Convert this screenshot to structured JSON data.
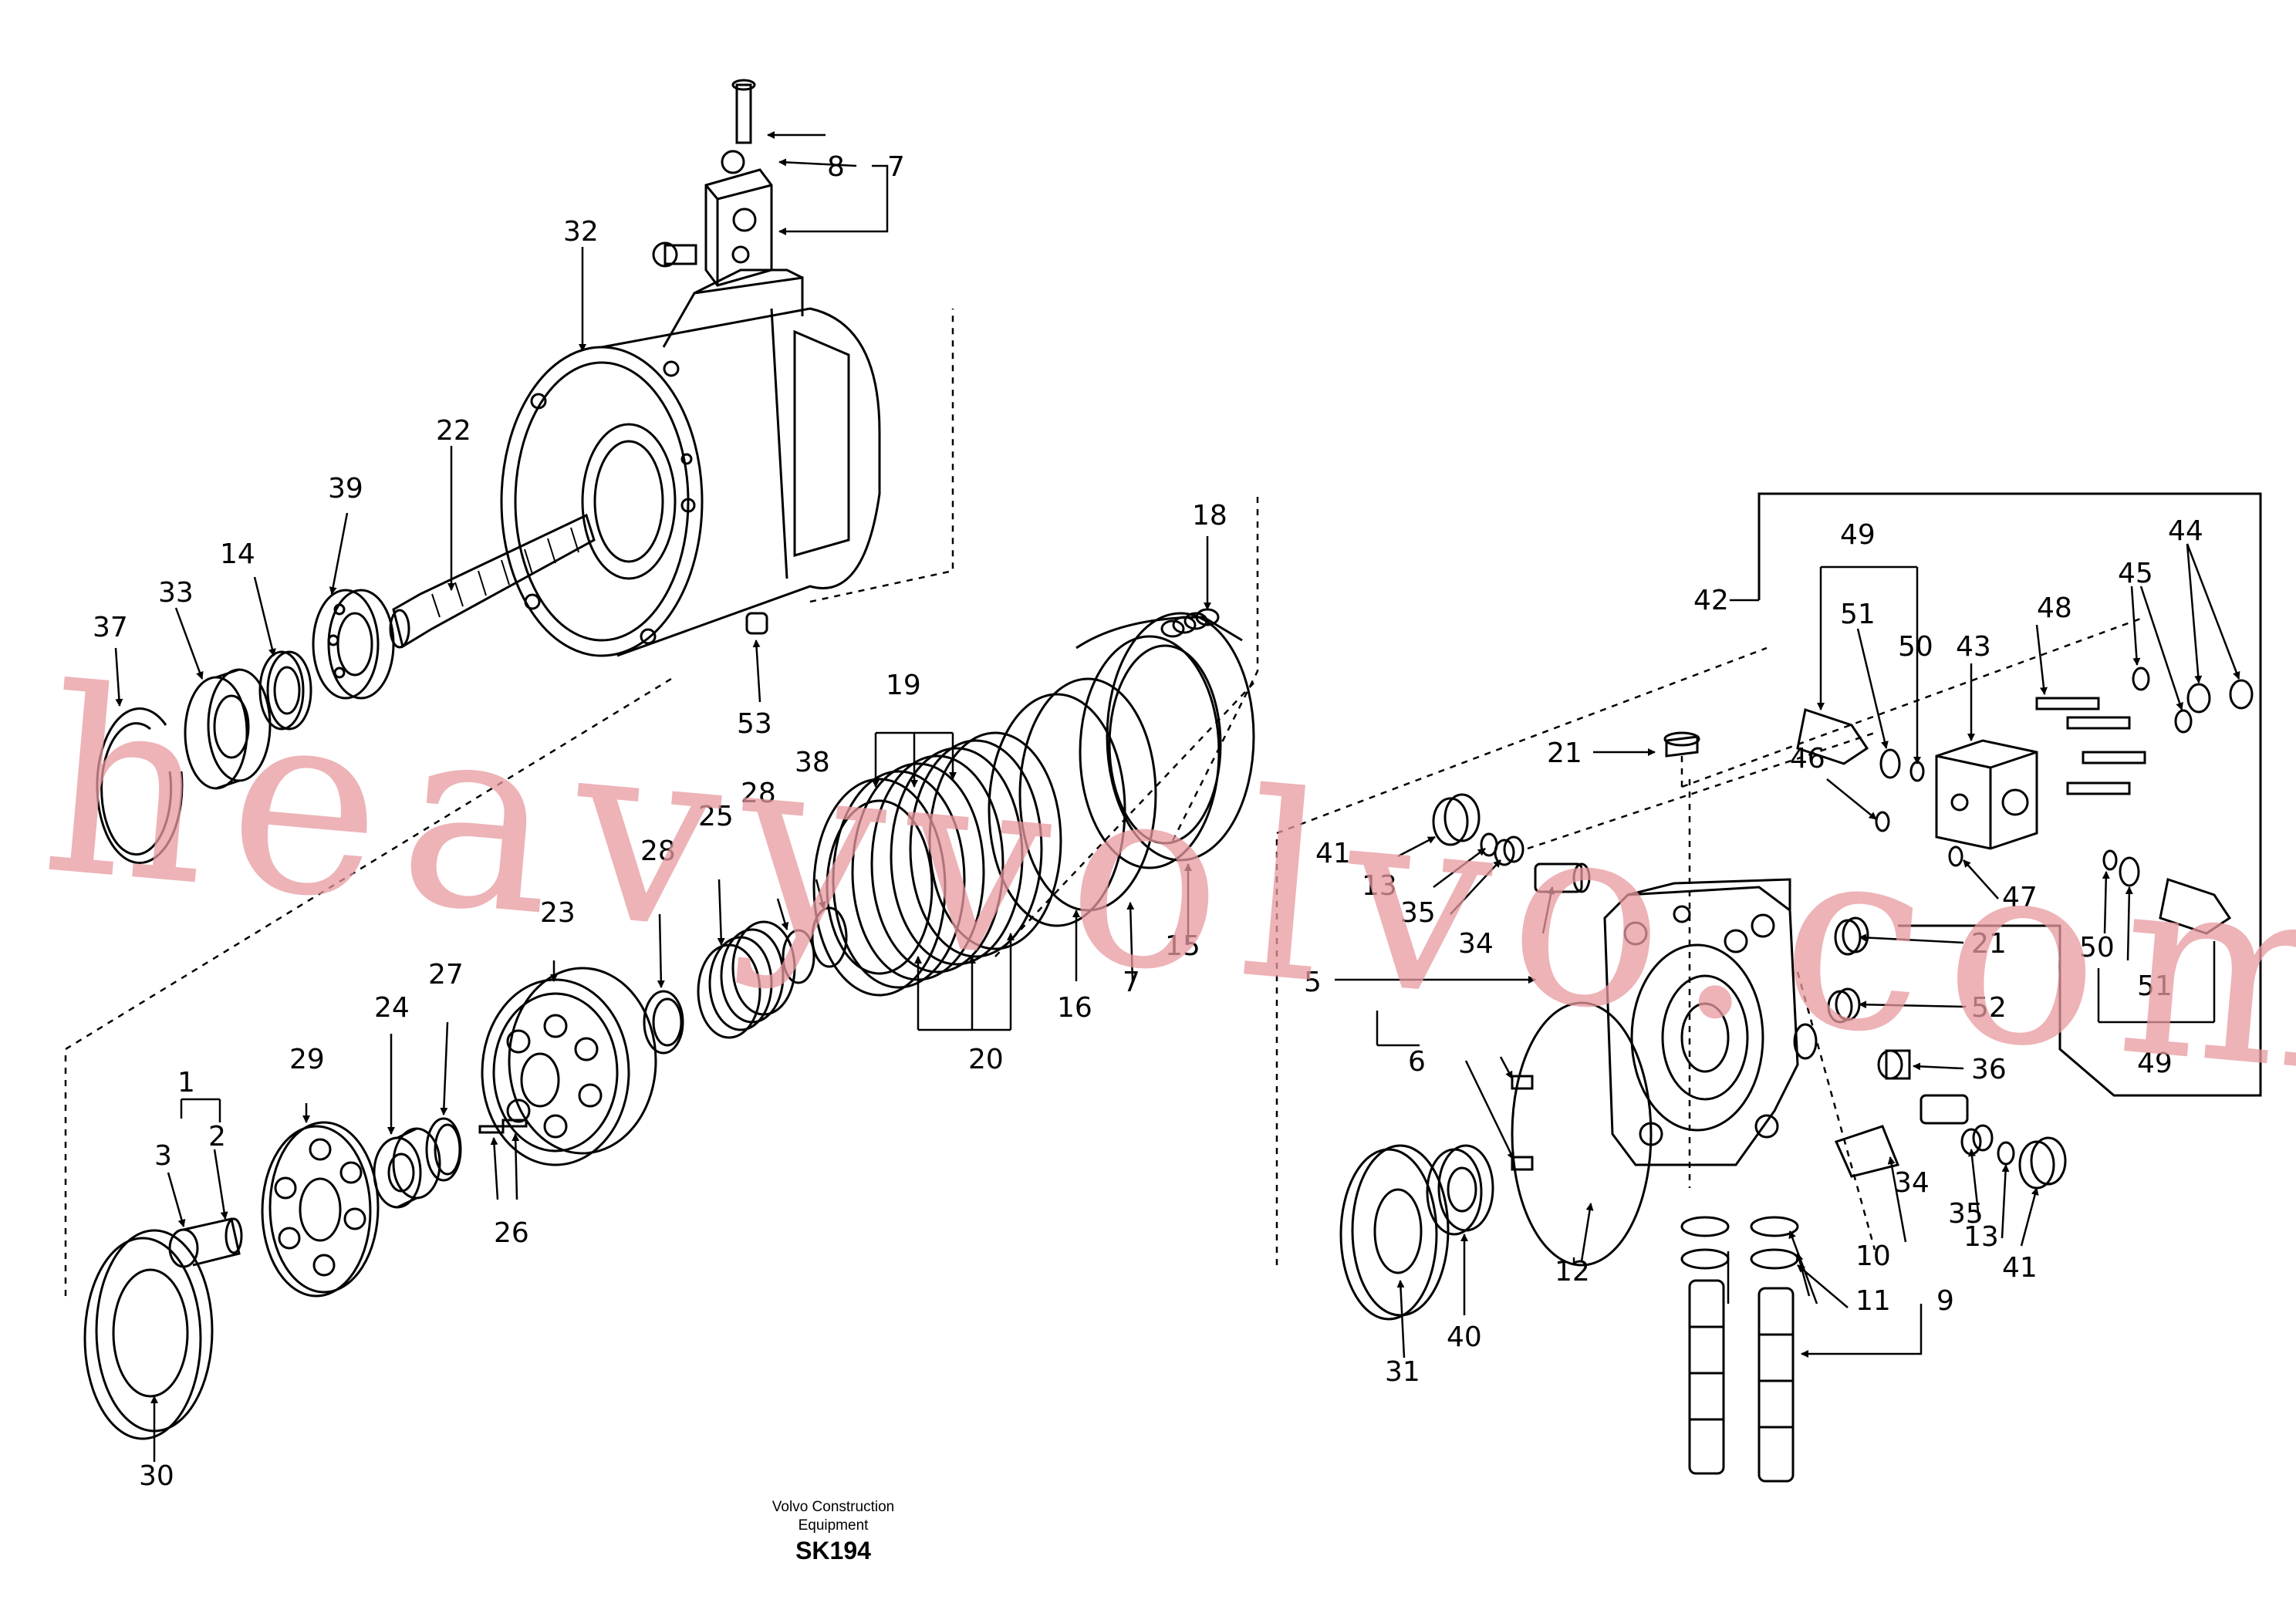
{
  "footer": {
    "company_line1": "Volvo Construction",
    "company_line2": "Equipment",
    "drawing_code": "SK194"
  },
  "watermark": "heavyvolvo.com",
  "colors": {
    "line": "#000000",
    "watermark": "#e89aa0"
  },
  "labels": {
    "l1": "1",
    "l2": "2",
    "l3": "3",
    "l5": "5",
    "l6": "6",
    "l7": "7",
    "l8": "8",
    "l9": "9",
    "l10": "10",
    "l11": "11",
    "l12": "12",
    "l13a": "13",
    "l13b": "13",
    "l14": "14",
    "l15": "15",
    "l16": "16",
    "l17": "7",
    "l18": "18",
    "l19": "19",
    "l20": "20",
    "l21a": "21",
    "l21b": "21",
    "l22": "22",
    "l23": "23",
    "l24": "24",
    "l25": "25",
    "l26": "26",
    "l27": "27",
    "l28a": "28",
    "l28b": "28",
    "l29": "29",
    "l30": "30",
    "l31": "31",
    "l32": "32",
    "l33": "33",
    "l34a": "34",
    "l34b": "34",
    "l35a": "35",
    "l35b": "35",
    "l36": "36",
    "l37": "37",
    "l38": "38",
    "l39": "39",
    "l40": "40",
    "l41a": "41",
    "l41b": "41",
    "l42": "42",
    "l43": "43",
    "l44": "44",
    "l45": "45",
    "l46": "46",
    "l47": "47",
    "l48": "48",
    "l49a": "49",
    "l49b": "49",
    "l50a": "50",
    "l50b": "50",
    "l51a": "51",
    "l51b": "51",
    "l52": "52",
    "l53": "53"
  }
}
